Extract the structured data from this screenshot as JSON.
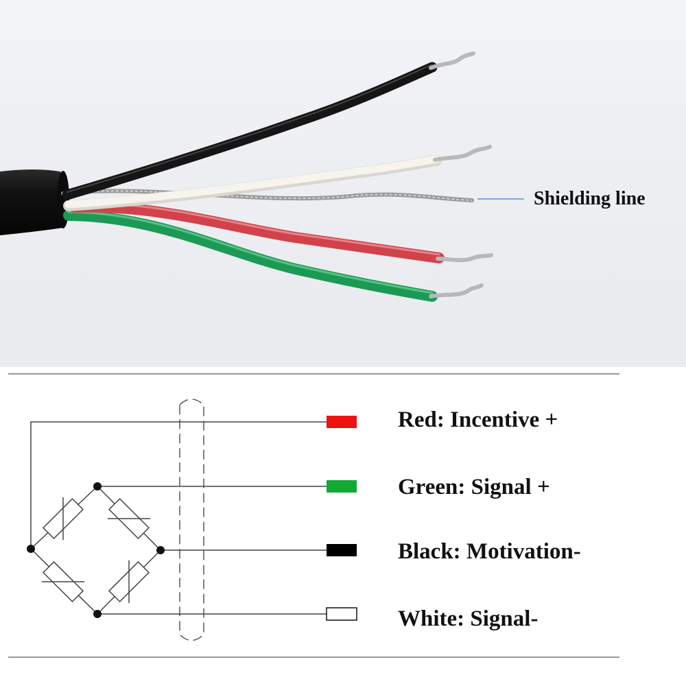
{
  "photo": {
    "background": "#eef0f3",
    "cable_jacket_color": "#161616",
    "callout_color": "#5b8fd6",
    "shield_label": "Shielding line",
    "wires": [
      {
        "id": "black",
        "color": "#151515"
      },
      {
        "id": "white",
        "color": "#f4f2ea"
      },
      {
        "id": "red",
        "color": "#d2424a"
      },
      {
        "id": "green",
        "color": "#1c9a55"
      }
    ]
  },
  "legend": {
    "items": [
      {
        "id": "red",
        "label": "Red: Incentive +",
        "swatch": "#ee1111"
      },
      {
        "id": "green",
        "label": "Green: Signal +",
        "swatch": "#11aa33"
      },
      {
        "id": "black",
        "label": "Black: Motivation-",
        "swatch": "#000000"
      },
      {
        "id": "white",
        "label": "White: Signal-",
        "swatch": "#ffffff"
      }
    ]
  }
}
